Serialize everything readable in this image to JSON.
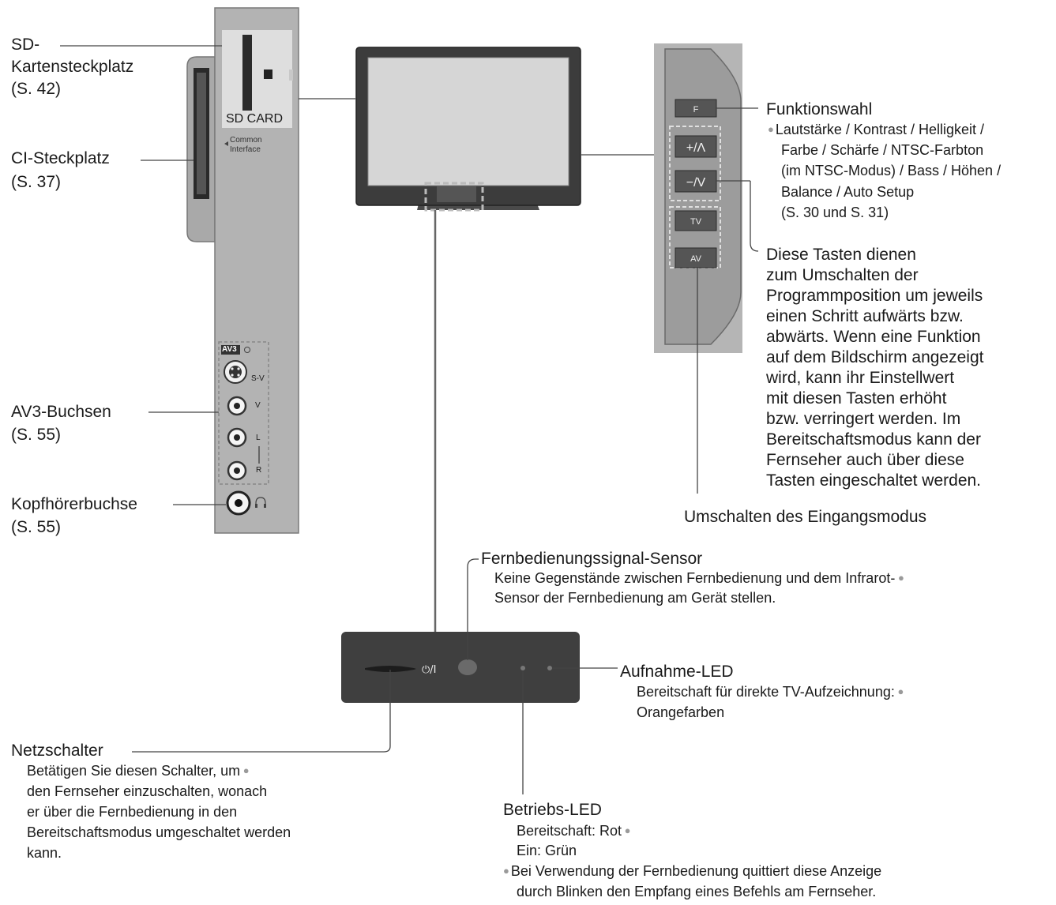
{
  "left": {
    "sd_slot": {
      "line1": "SD-",
      "line2": "Kartensteckplatz",
      "page": "(S. 42)",
      "panel_label": "SD CARD"
    },
    "ci_slot": {
      "label": "CI-Steckplatz",
      "page": "(S. 37)",
      "panel_line1": "Common",
      "panel_line2": "Interface"
    },
    "av3": {
      "label": "AV3-Buchsen",
      "page": "(S. 55)",
      "badge": "AV3",
      "sv": "S-V",
      "v": "V",
      "l": "L",
      "r": "R"
    },
    "headphone": {
      "label": "Kopfhörerbuchse",
      "page": "(S. 55)"
    }
  },
  "right": {
    "buttons": {
      "f": "F",
      "up": "+/Λ",
      "down": "−/V",
      "tv": "TV",
      "av": "AV"
    },
    "funktionswahl": {
      "title": "Funktionswahl",
      "lines": [
        "Lautstärke / Kontrast / Helligkeit /",
        "Farbe / Schärfe / NTSC-Farbton",
        "(im NTSC-Modus) / Bass / Höhen /",
        "Balance / Auto Setup",
        "(S. 30 und S. 31)"
      ]
    },
    "tasten": {
      "lines": [
        "Diese Tasten dienen",
        "zum Umschalten der",
        "Programmposition um jeweils",
        "einen Schritt aufwärts bzw.",
        "abwärts. Wenn eine Funktion",
        "auf dem Bildschirm angezeigt",
        "wird, kann ihr Einstellwert",
        "mit diesen Tasten erhöht",
        "bzw. verringert werden. Im",
        "Bereitschaftsmodus kann der",
        "Fernseher auch über diese",
        "Tasten eingeschaltet werden."
      ]
    },
    "eingang": {
      "label": "Umschalten des Eingangsmodus"
    }
  },
  "bottom": {
    "power_symbol": "⏻/I",
    "sensor": {
      "title": "Fernbedienungssignal-Sensor",
      "line1": "Keine Gegenstände zwischen Fernbedienung und dem Infrarot-",
      "line2": "Sensor der Fernbedienung am Gerät stellen."
    },
    "aufnahme": {
      "title": "Aufnahme-LED",
      "line1": "Bereitschaft für direkte TV-Aufzeichnung:",
      "line2": "Orangefarben"
    },
    "netzschalter": {
      "title": "Netzschalter",
      "lines": [
        "Betätigen Sie diesen Schalter, um",
        "den Fernseher einzuschalten, wonach",
        "er über die Fernbedienung in den",
        "Bereitschaftsmodus umgeschaltet werden",
        "kann."
      ]
    },
    "betriebs": {
      "title": "Betriebs-LED",
      "line1": "Bereitschaft: Rot",
      "line2": "Ein: Grün",
      "line3": "Bei Verwendung der Fernbedienung quittiert diese Anzeige",
      "line4": "durch Blinken den Empfang eines Befehls am Fernseher."
    }
  }
}
